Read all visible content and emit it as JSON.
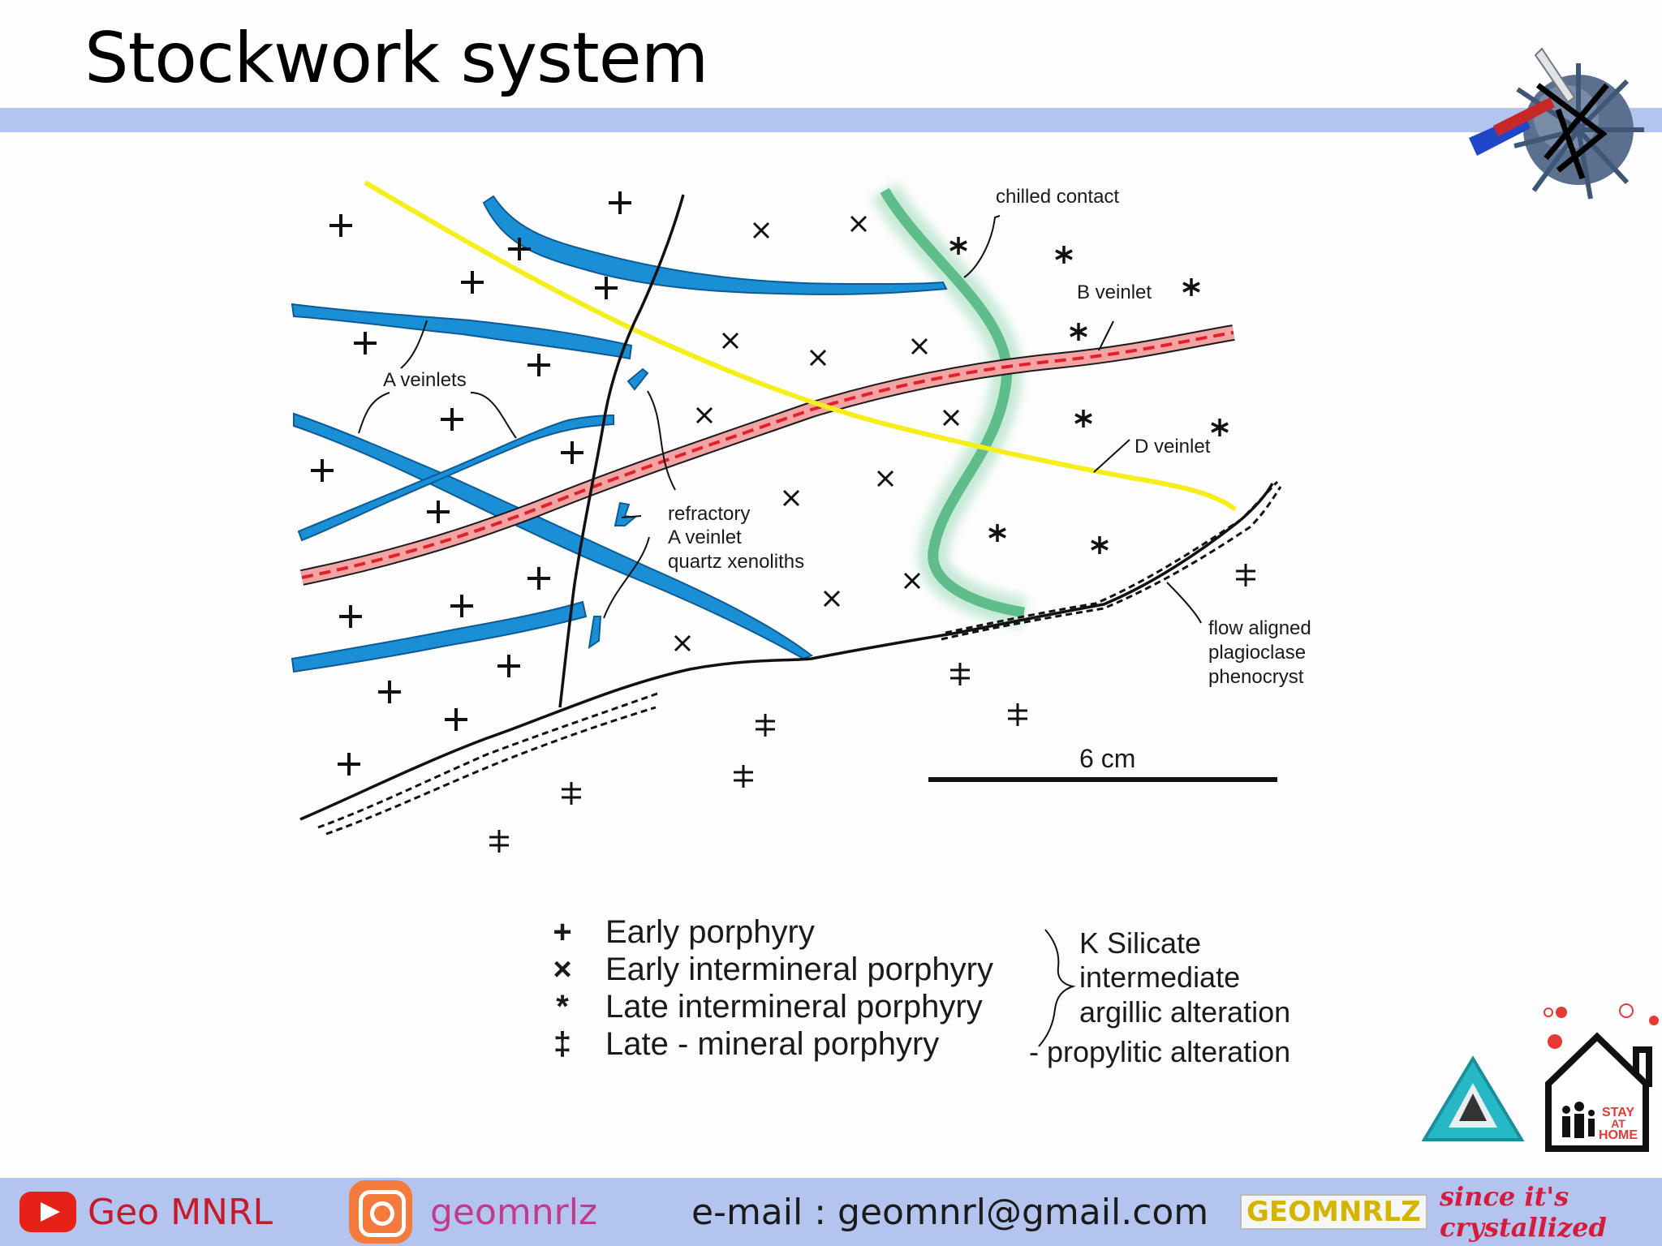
{
  "title": "Stockwork system",
  "labels": {
    "chilled_contact": "chilled contact",
    "b_veinlet": "B veinlet",
    "a_veinlets": "A veinlets",
    "d_veinlet": "D veinlet",
    "refractory_1": "refractory",
    "refractory_2": "A veinlet",
    "refractory_3": "quartz xenoliths",
    "flow_1": "flow aligned",
    "flow_2": "plagioclase",
    "flow_3": "phenocryst",
    "scale": "6 cm"
  },
  "legend": [
    {
      "symbol": "+",
      "icon": "plus-symbol-icon",
      "label": "Early porphyry"
    },
    {
      "symbol": "×",
      "icon": "cross-symbol-icon",
      "label": "Early intermineral porphyry"
    },
    {
      "symbol": "*",
      "icon": "asterisk-symbol-icon",
      "label": "Late intermineral porphyry"
    },
    {
      "symbol": "‡",
      "icon": "double-dagger-symbol-icon",
      "label": "Late - mineral porphyry"
    }
  ],
  "alteration": {
    "line1": "K Silicate",
    "line2": "intermediate",
    "line3": "argillic alteration",
    "line4": "- propylitic alteration"
  },
  "footer": {
    "youtube_name": "Geo MNRL",
    "instagram_handle": "geomnrlz",
    "email": "e-mail : geomnrl@gmail.com",
    "brand": "GEOMNRLZ",
    "slogan": "since it's crystallized"
  },
  "badges": {
    "stay_home_1": "STAY",
    "stay_home_2": "AT",
    "stay_home_3": "HOME"
  },
  "colors": {
    "a_veinlet": "#1b8fd6",
    "b_veinlet_fill": "#f2a3a3",
    "b_veinlet_center": "#e0202a",
    "d_veinlet": "#f5ee1a",
    "chilled_contact": "#6cc497",
    "title_bar": "#b3c5ef"
  }
}
